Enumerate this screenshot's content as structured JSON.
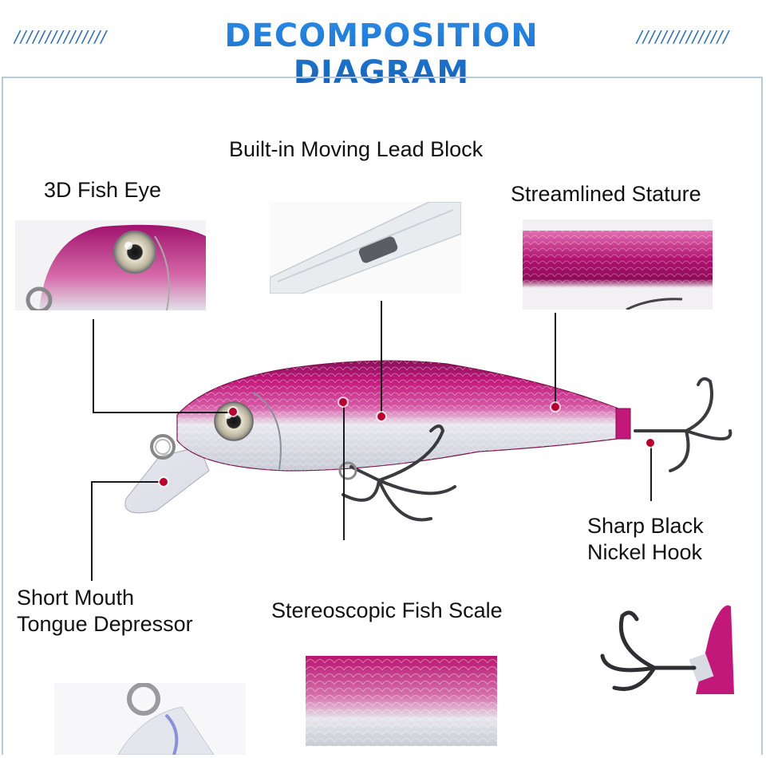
{
  "header": {
    "title": "DECOMPOSITION DIAGRAM",
    "left_ornament": "///////////////",
    "right_ornament": "///////////////"
  },
  "callouts": {
    "lead_block": "Built-in Moving Lead Block",
    "fish_eye": "3D Fish Eye",
    "stature": "Streamlined Stature",
    "hook_line1": "Sharp Black",
    "hook_line2": "Nickel Hook",
    "tongue_line1": "Short Mouth",
    "tongue_line2": "Tongue Depressor",
    "scale": "Stereoscopic Fish Scale"
  },
  "colors": {
    "title_blue": "#1d6fc6",
    "lure_magenta": "#c2187a",
    "lure_silver": "#d9dbe3",
    "marker_red": "#b8002e"
  }
}
